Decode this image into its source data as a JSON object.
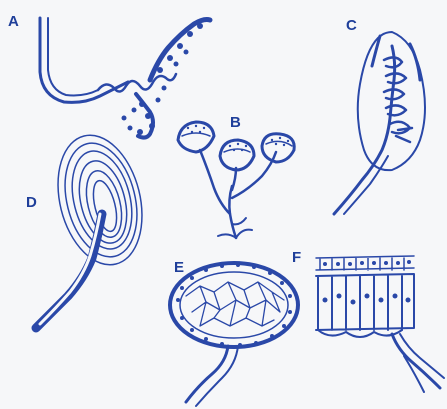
{
  "panels": [
    {
      "key": "A",
      "label": "A"
    },
    {
      "key": "B",
      "label": "B"
    },
    {
      "key": "C",
      "label": "C"
    },
    {
      "key": "D",
      "label": "D"
    },
    {
      "key": "E",
      "label": "E"
    },
    {
      "key": "F",
      "label": "F"
    }
  ],
  "colors": {
    "ink": "#2a48a8",
    "ink_dark": "#1f3f9a",
    "paper": "#f6f7f9"
  }
}
